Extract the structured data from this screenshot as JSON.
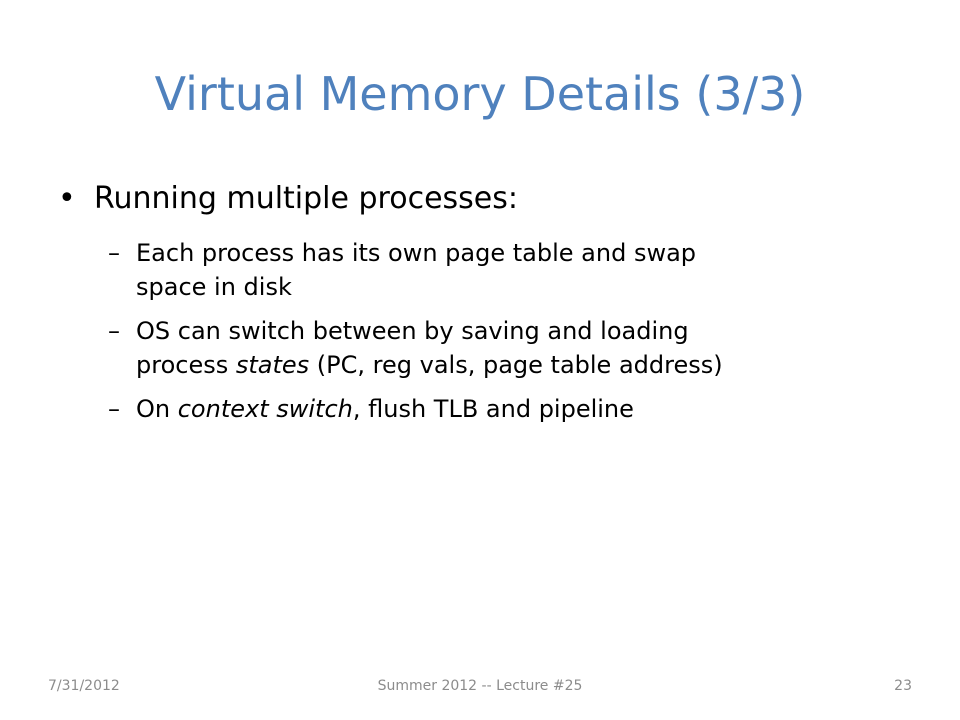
{
  "slide": {
    "title": "Virtual Memory Details (3/3)",
    "bullet": {
      "marker": "•",
      "text": "Running multiple processes:"
    },
    "subbullets": [
      {
        "marker": "–",
        "line1": "Each process has its own page table and swap",
        "line2": "space in disk"
      },
      {
        "marker": "–",
        "line1": "OS can switch between by saving and loading",
        "line2_pre": "process ",
        "line2_italic": "states",
        "line2_post": " (PC, reg vals, page table address)"
      },
      {
        "marker": "–",
        "pre": "On ",
        "italic": "context switch",
        "post": ", flush TLB and pipeline"
      }
    ],
    "footer": {
      "date": "7/31/2012",
      "center": "Summer 2012 -- Lecture #25",
      "page_number": "23"
    },
    "colors": {
      "title": "#4F81BD",
      "body_text": "#000000",
      "footer_text": "#8c8c8c",
      "background": "#ffffff"
    }
  }
}
